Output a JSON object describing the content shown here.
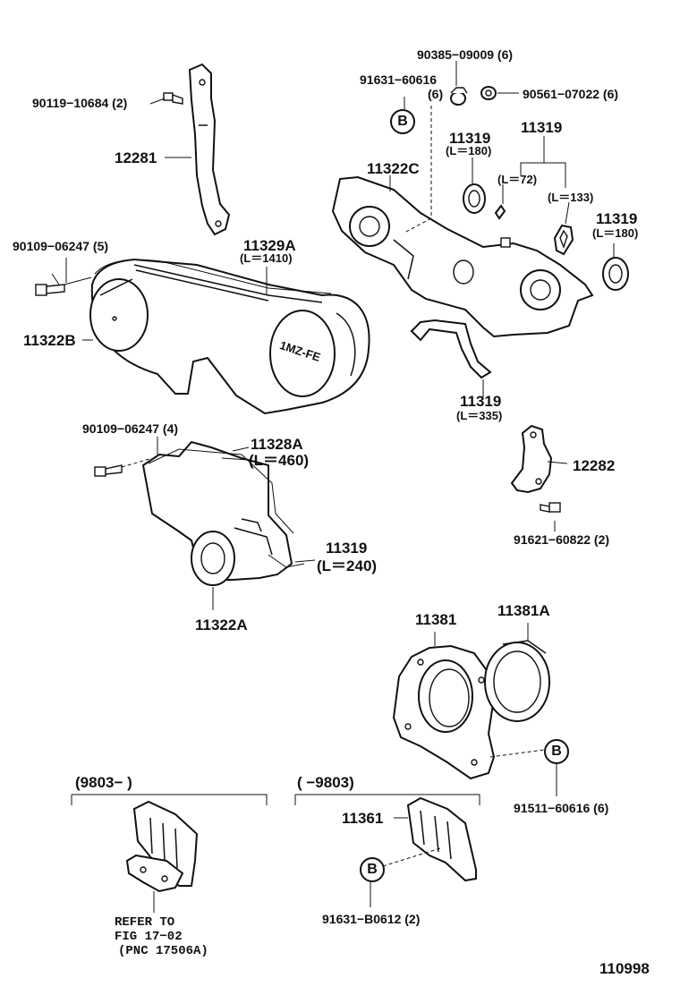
{
  "labels": {
    "p90385": "90385−09009 (6)",
    "p91631a": "91631−60616",
    "p91631a_qty": "(6)",
    "p90561": "90561−07022 (6)",
    "p90119": "90119−10684 (2)",
    "p11319_top": "11319",
    "p11319_l180a": "(L＝180)",
    "p11319_right": "11319",
    "p11319_l72": "(L＝72)",
    "p11319_l133": "(L＝133)",
    "p11319_right2": "11319",
    "p11319_l180b": "(L＝180)",
    "p12281": "12281",
    "p11322C": "11322C",
    "p90109_5": "90109−06247 (5)",
    "p11329A": "11329A",
    "p11329A_l": "(L＝1410)",
    "p11322B": "11322B",
    "p11319_mid": "11319",
    "p11319_l335": "(L＝335)",
    "p90109_4": "90109−06247 (4)",
    "p11328A": "11328A",
    "p11328A_l": "(L＝460)",
    "p12282": "12282",
    "p91621": "91621−60822 (2)",
    "p11319_low": "11319",
    "p11319_l240": "(L＝240)",
    "p11322A": "11322A",
    "p11381": "11381",
    "p11381A": "11381A",
    "p91511": "91511−60616 (6)",
    "range_left": "(9803−        )",
    "range_right": "(        −9803)",
    "p11361": "11361",
    "p91631b": "91631−B0612 (2)",
    "refer1": "REFER TO",
    "refer2": "FIG 17−02",
    "refer3": "(PNC 17506A)",
    "fig_num": "110998",
    "cover_emblem": "1MZ-FE",
    "ref_B": "B"
  }
}
